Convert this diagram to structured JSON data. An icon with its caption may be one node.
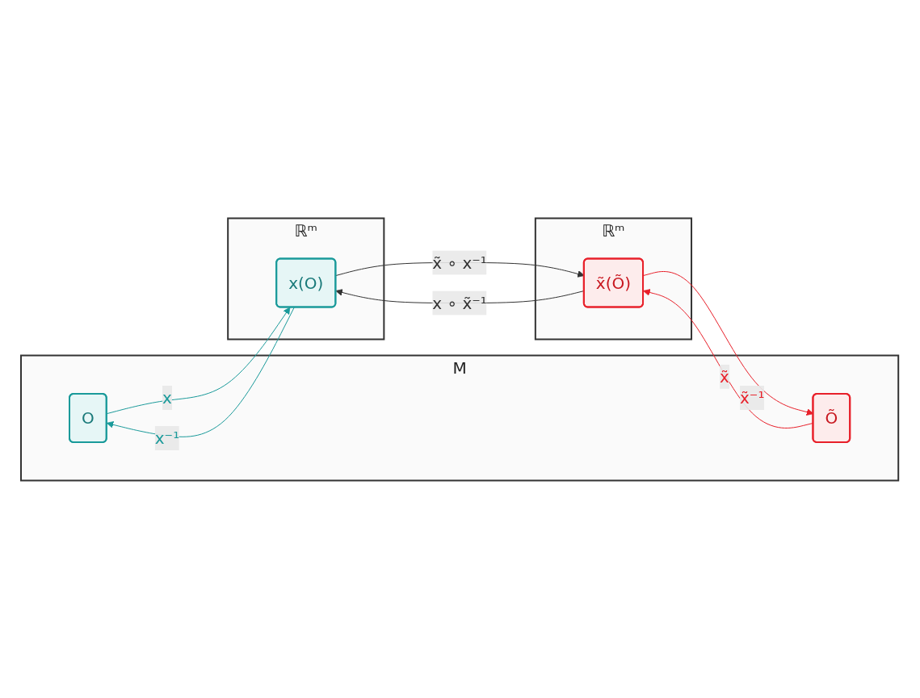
{
  "diagram": {
    "nodes": [
      {
        "text": [
          "M"
        ]
      },
      {
        "text": [
          "O"
        ],
        "in": 0
      },
      {
        "text": [
          "Õ"
        ],
        "in": 0
      },
      {
        "text": [
          "ℝᵐ"
        ]
      },
      {
        "text": [
          "x(O)"
        ],
        "in": 3
      },
      {
        "text": [
          "ℝᵐ"
        ]
      },
      {
        "text": [
          "x̃(Õ)"
        ],
        "in": 5
      }
    ],
    "edges": [
      {
        "from": 1,
        "to": 4,
        "arrow": "to",
        "label": "x",
        "color": "#1a9a9a"
      },
      {
        "from": 4,
        "to": 1,
        "arrow": "to",
        "label": "x⁻¹",
        "color": "#1a9a9a"
      },
      {
        "from": 6,
        "to": 2,
        "arrow": "to",
        "label": "x̃⁻¹",
        "color": "#e8202a"
      },
      {
        "from": 2,
        "to": 6,
        "arrow": "to",
        "label": "x̃",
        "color": "#e8202a"
      },
      {
        "from": 4,
        "to": 6,
        "arrow": "to",
        "label": "x̃ ∘ x⁻¹",
        "color": "#333333"
      },
      {
        "from": 6,
        "to": 4,
        "arrow": "to",
        "label": "x ∘ x̃⁻¹",
        "color": "#333333"
      }
    ]
  }
}
